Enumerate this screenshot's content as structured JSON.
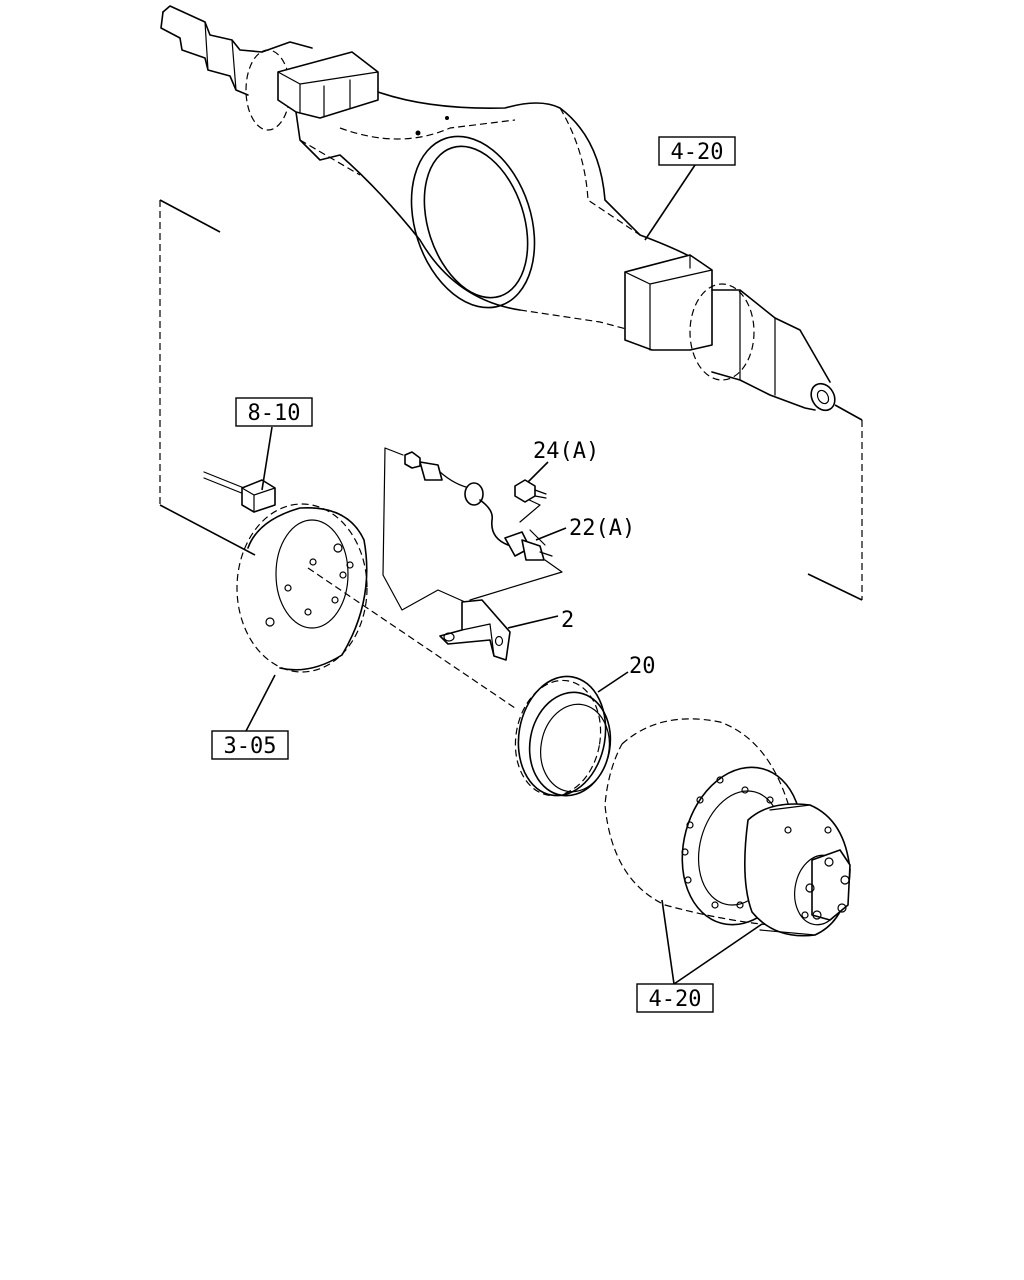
{
  "callouts": {
    "axle_ref": "4-20",
    "harness_ref": "8-10",
    "bolt_24": "24(A)",
    "sensor_22": "22(A)",
    "bracket_2": "2",
    "tone_ring_20": "20",
    "backing_plate_ref": "3-05",
    "hub_drum_ref": "4-20"
  },
  "colors": {
    "line": "#000000",
    "background": "#ffffff"
  }
}
